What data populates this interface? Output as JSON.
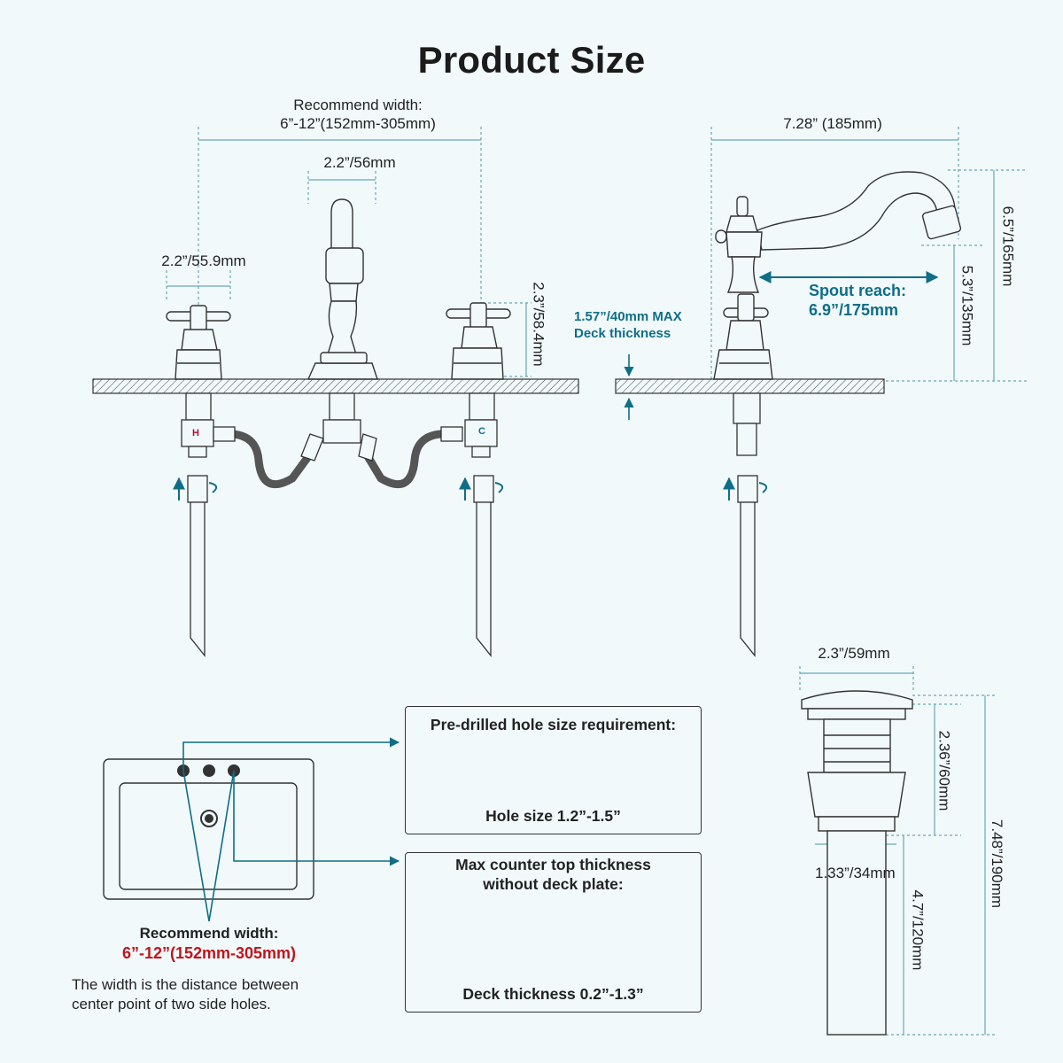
{
  "title": "Product Size",
  "front_view": {
    "recommend_width_label": "Recommend width:",
    "recommend_width_value": "6”-12”(152mm-305mm)",
    "spout_width": "2.2”/56mm",
    "handle_width": "2.2”/55.9mm",
    "handle_height": "2.3”/58.4mm",
    "hot_label": "H",
    "cold_label": "C"
  },
  "side_view": {
    "total_depth": "7.28” (185mm)",
    "total_height": "6.5”/165mm",
    "spout_height": "5.3”/135mm",
    "spout_reach_label": "Spout reach:",
    "spout_reach_value": "6.9”/175mm",
    "deck_thickness_value": "1.57”/40mm MAX",
    "deck_thickness_label": "Deck thickness"
  },
  "drain": {
    "cap_width": "2.3”/59mm",
    "upper_height": "2.36”/60mm",
    "total_height": "7.48”/190mm",
    "pipe_width": "1.33”/34mm",
    "lower_height": "4.7”/120mm"
  },
  "sink": {
    "recommend_label": "Recommend width:",
    "recommend_value": "6”-12”(152mm-305mm)",
    "note_line1": "The width is the distance between",
    "note_line2": "center point of two side holes."
  },
  "hole_box": {
    "title": "Pre-drilled hole size requirement:",
    "caption": "Hole size 1.2”-1.5”"
  },
  "counter_box": {
    "title_line1": "Max counter top thickness",
    "title_line2": "without deck plate:",
    "caption": "Deck thickness 0.2”-1.3”"
  },
  "colors": {
    "accent": "#0f6e86",
    "highlight": "#c0141b",
    "background": "#f1f9fb",
    "dimension_line": "#6aa7b5"
  }
}
